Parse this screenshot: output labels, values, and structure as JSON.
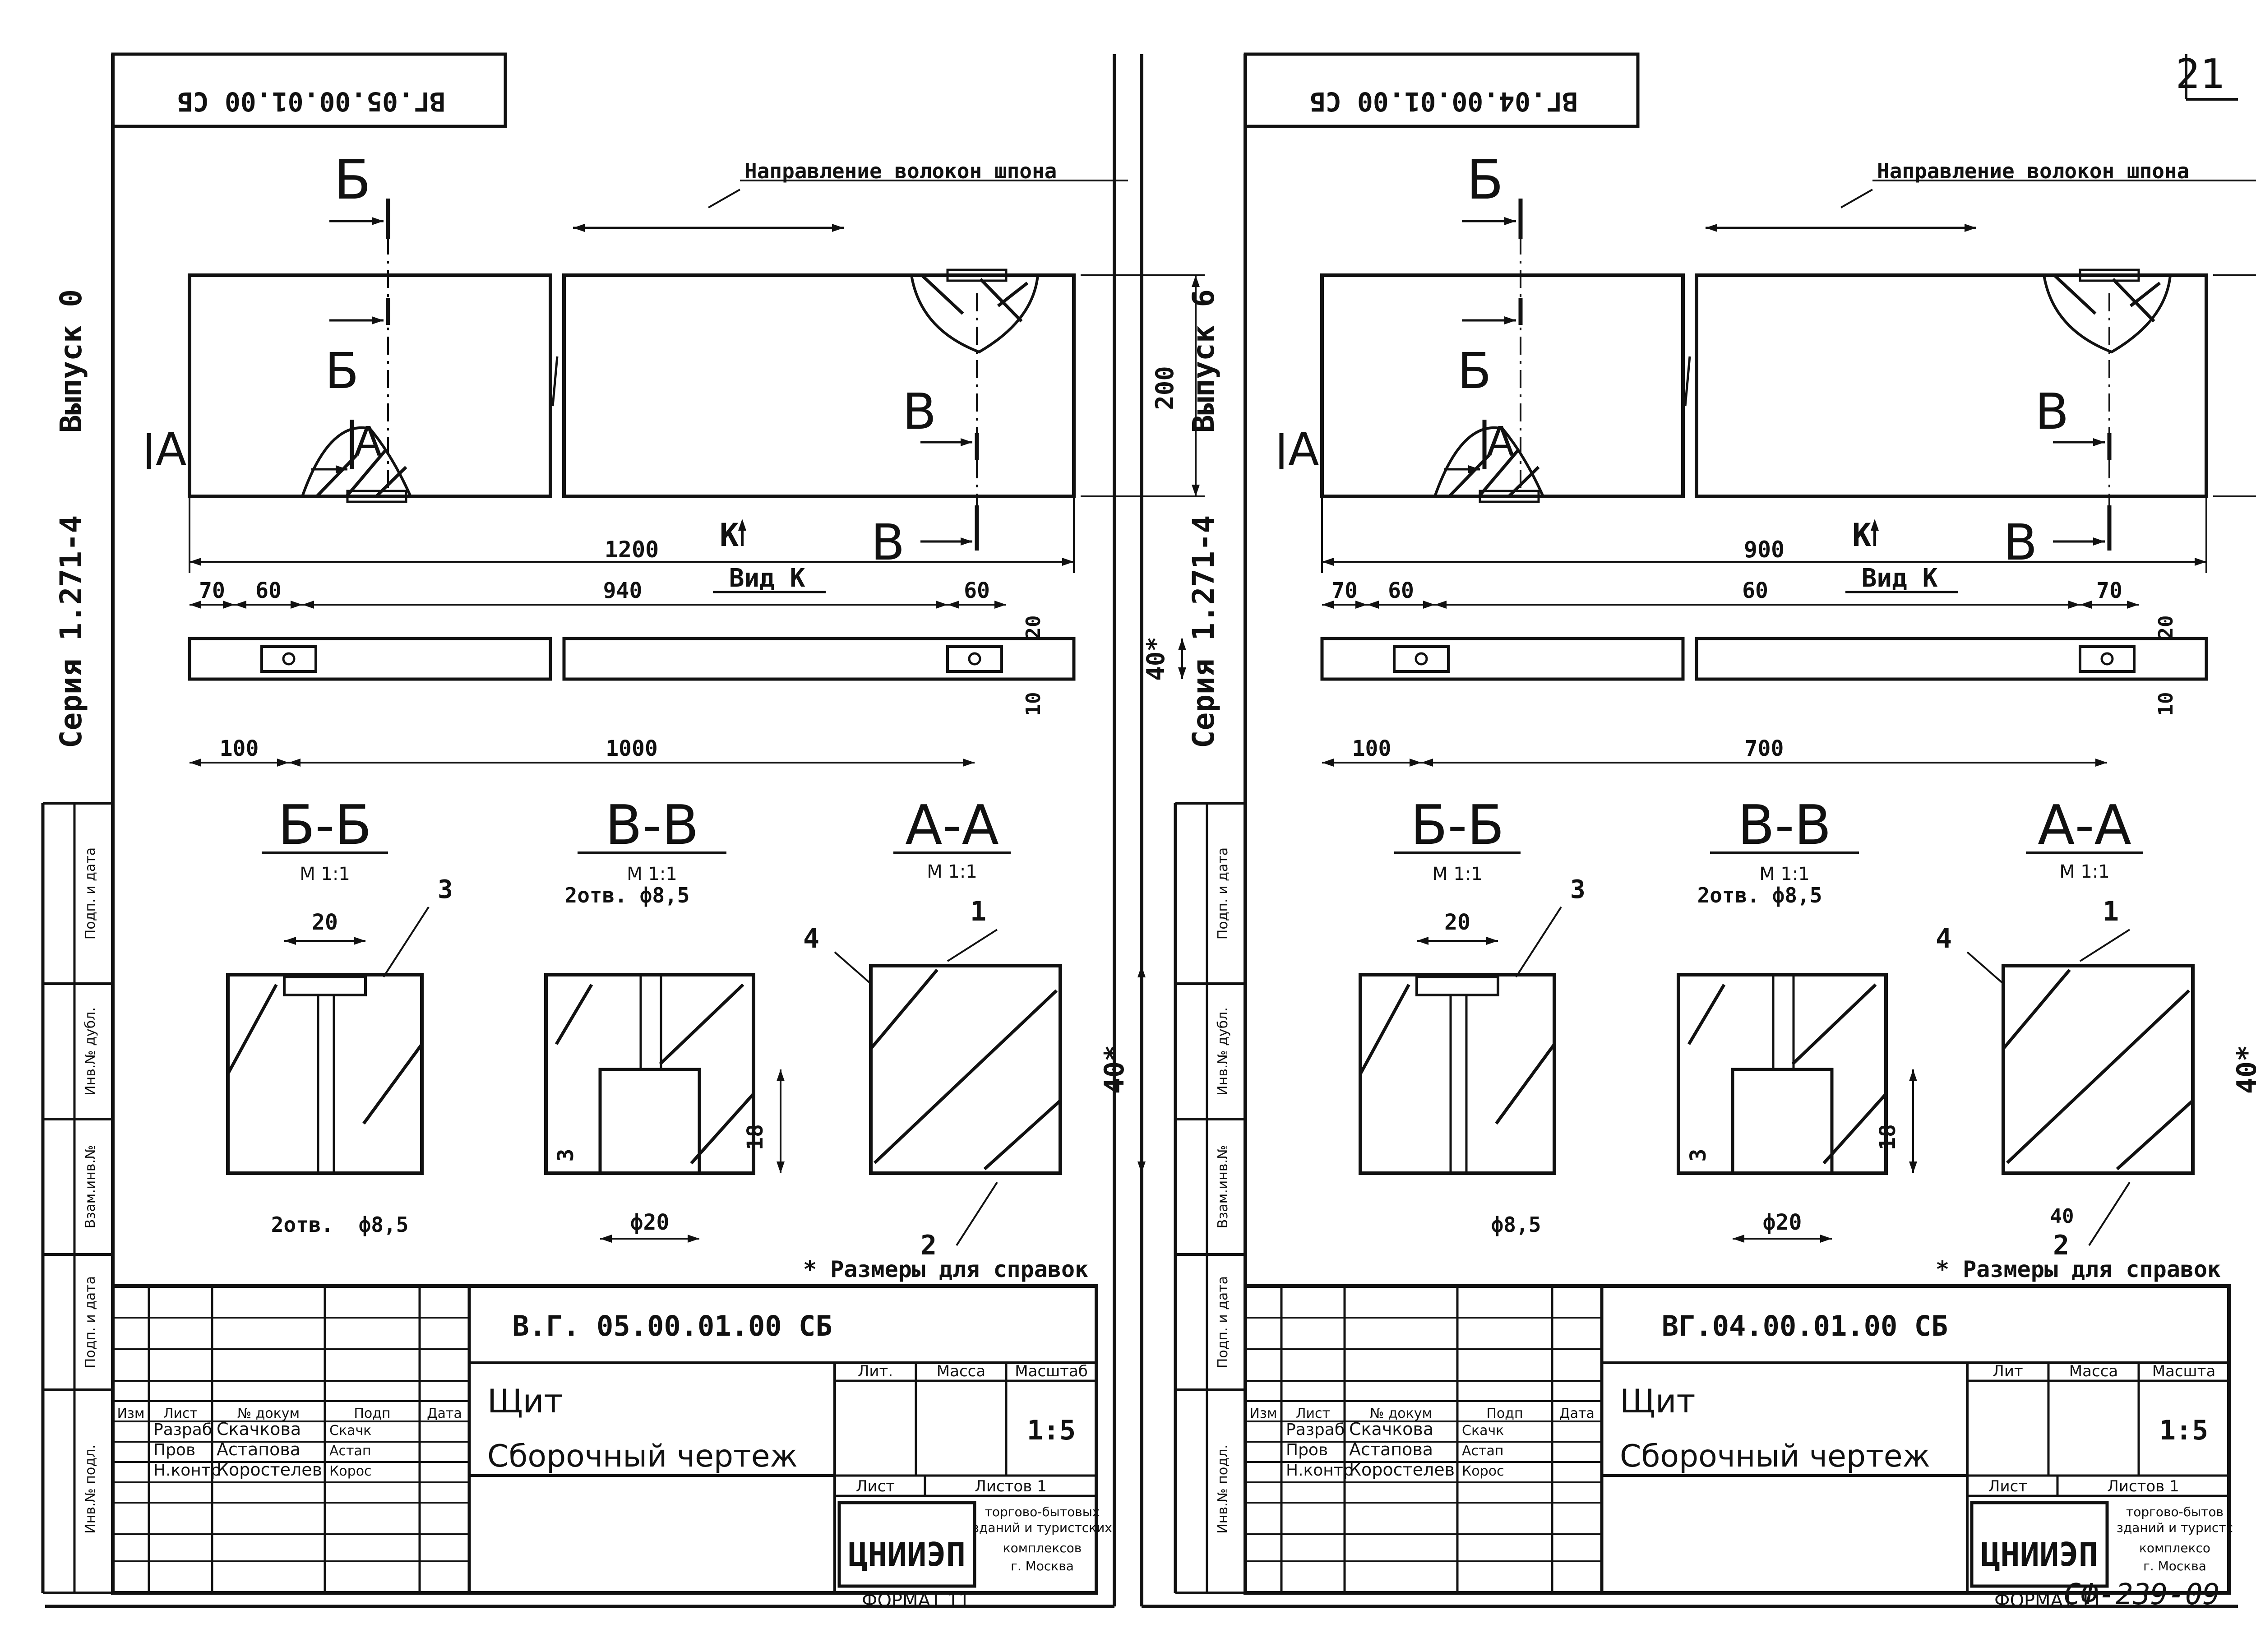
{
  "page_number": "21",
  "stamp": "СФ-239-09",
  "format_label": "ФОРМАТ",
  "format_value": "11",
  "sheets": [
    {
      "id": "left",
      "top_code": "ВГ.05.00.01.00 СБ",
      "series": "Серия",
      "series_num": "1.271-4",
      "issue_label": "Выпуск",
      "issue_num": "0",
      "grain": "Направление волокон шпона",
      "total_len": "1200",
      "view_label": "Вид К",
      "k_label": "К",
      "dims_top": [
        "70",
        "60",
        "940",
        "60"
      ],
      "dims_bottom": [
        "100",
        "1000"
      ],
      "dim_height": "200",
      "dim_20": "20",
      "dim_10": "10",
      "dim_40": "40*",
      "sec_bb": "Б-Б",
      "sec_vv": "В-В",
      "sec_aa": "А-А",
      "scale": "М 1:1",
      "d20": "20",
      "holes_bb": "2отв.",
      "phi_85": "ф8,5",
      "holes_vv": "2отв. ф8,5",
      "d18": "18",
      "d3": "3",
      "phi_20": "ф20",
      "d40": "40*",
      "d40b": "",
      "note": "* Размеры для справок",
      "labels": {
        "b": "Б",
        "v": "В",
        "a": "А"
      },
      "pos": [
        "1",
        "2",
        "3",
        "4"
      ],
      "title_code": "В.Г. 05.00.01.00 СБ",
      "title1": "Щит",
      "title2": "Сборочный чертеж",
      "col_heads": [
        "Изм",
        "Лист",
        "№ докум",
        "Подп",
        "Дата"
      ],
      "roles": [
        "Разраб",
        "Пров",
        "Н.контр"
      ],
      "names": [
        "Скачкова",
        "Астапова",
        "Коростелев"
      ],
      "sigs": [
        "Скачк",
        "Астап",
        "Корос"
      ],
      "lit": "Лит.",
      "mass": "Масса",
      "scale_h": "Масштаб",
      "scale_v": "1:5",
      "sheet": "Лист",
      "sheets_h": "Листов 1",
      "org_logo": "ЦНИИЭП",
      "org_lines": [
        "торгово-бытовых",
        "зданий и туристских",
        "комплексов",
        "г. Москва"
      ],
      "side_labels": [
        "Инв.№ подл.",
        "Подп. и дата",
        "Взам.инв.№",
        "Инв.№ дубл.",
        "Подп. и дата"
      ]
    },
    {
      "id": "right",
      "top_code": "ВГ.04.00.01.00 СБ",
      "series": "Серия",
      "series_num": "1.271-4",
      "issue_label": "Выпуск",
      "issue_num": "6",
      "grain": "Направление волокон шпона",
      "total_len": "900",
      "view_label": "Вид К",
      "k_label": "К",
      "dims_top": [
        "70",
        "60",
        "60",
        "70"
      ],
      "dims_bottom": [
        "100",
        "700"
      ],
      "dim_height": "200",
      "dim_20": "20",
      "dim_10": "10",
      "dim_40": "40*",
      "sec_bb": "Б-Б",
      "sec_vv": "В-В",
      "sec_aa": "А-А",
      "scale": "М 1:1",
      "d20": "20",
      "holes_bb": "",
      "phi_85": "ф8,5",
      "holes_vv": "2отв. ф8,5",
      "d18": "18",
      "d3": "3",
      "phi_20": "ф20",
      "d40": "40*",
      "d40b": "40",
      "note": "* Размеры для справок",
      "labels": {
        "b": "Б",
        "v": "В",
        "a": "А"
      },
      "pos": [
        "1",
        "2",
        "3",
        "4"
      ],
      "title_code": "ВГ.04.00.01.00 СБ",
      "title1": "Щит",
      "title2": "Сборочный чертеж",
      "col_heads": [
        "Изм",
        "Лист",
        "№ докум",
        "Подп",
        "Дата"
      ],
      "roles": [
        "Разраб",
        "Пров",
        "Н.контр"
      ],
      "names": [
        "Скачкова",
        "Астапова",
        "Коростелев"
      ],
      "sigs": [
        "Скачк",
        "Астап",
        "Корос"
      ],
      "lit": "Лит",
      "mass": "Масса",
      "scale_h": "Масшта",
      "scale_v": "1:5",
      "sheet": "Лист",
      "sheets_h": "Листов 1",
      "org_logo": "ЦНИИЭП",
      "org_lines": [
        "торгово-бытов",
        "зданий и туристс",
        "комплексо",
        "г. Москва"
      ],
      "side_labels": [
        "Инв.№ подл.",
        "Подп. и дата",
        "Взам.инв.№",
        "Инв.№ дубл.",
        "Подп. и дата"
      ]
    }
  ]
}
